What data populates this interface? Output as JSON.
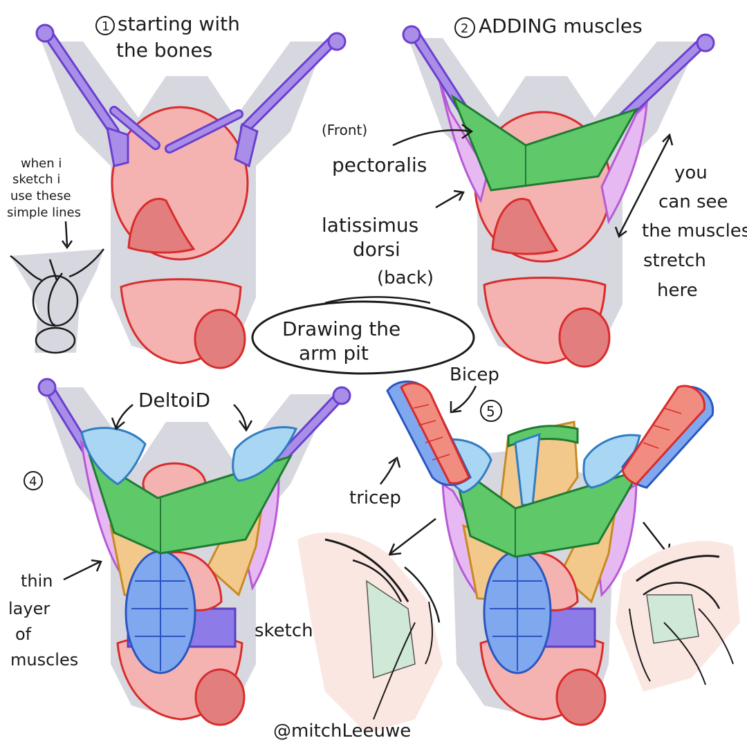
{
  "title": {
    "line1": "Drawing the",
    "line2": "arm pit"
  },
  "step1": {
    "number": "1",
    "line1": "starting with",
    "line2": "the bones",
    "note_lines": [
      "when i",
      "sketch i",
      "use these",
      "simple lines"
    ]
  },
  "step2": {
    "number": "2",
    "label": "ADDING muscles",
    "front": "(Front)",
    "pectoralis": "pectoralis",
    "lat1": "latissimus",
    "lat2": "dorsi",
    "lat3": "(back)",
    "stretch_lines": [
      "you",
      "can see",
      "the muscles",
      "stretch",
      "here"
    ]
  },
  "step4": {
    "number": "4",
    "deltoid": "DeltoiD",
    "thin_lines": [
      "thin",
      "layer",
      "of",
      "muscles"
    ]
  },
  "step5": {
    "number": "5",
    "bicep": "Bicep",
    "tricep": "tricep",
    "sketch": "sketch"
  },
  "credit": "@mitchLeeuwe",
  "colors": {
    "bone": "#a98ee8",
    "bone_stroke": "#6a3fd0",
    "body": "#f4b3b0",
    "body_stroke": "#d92b2b",
    "body_dark": "#e27e7d",
    "pec": "#5fc96a",
    "pec_stroke": "#1f7a32",
    "lat": "#e7b9f2",
    "lat_stroke": "#b75ad6",
    "deltoid": "#a9d6f2",
    "deltoid_stroke": "#2f7cc2",
    "abs": "#7fa8ee",
    "abs_stroke": "#2a55c0",
    "serratus": "#f2c98a",
    "serratus_stroke": "#c88a22",
    "belt": "#8d7be8",
    "shadow": "#d7d7e0",
    "ink": "#1a1a1a"
  }
}
